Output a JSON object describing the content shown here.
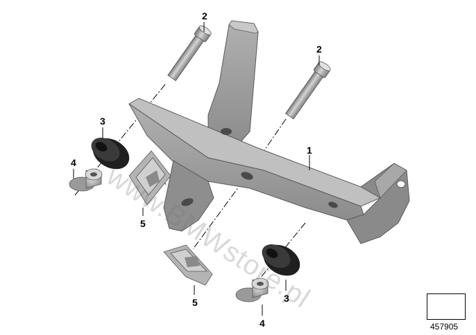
{
  "diagram": {
    "callouts": [
      {
        "id": "c1",
        "label": "1"
      },
      {
        "id": "c2a",
        "label": "2"
      },
      {
        "id": "c2b",
        "label": "2"
      },
      {
        "id": "c3a",
        "label": "3"
      },
      {
        "id": "c3b",
        "label": "3"
      },
      {
        "id": "c4a",
        "label": "4"
      },
      {
        "id": "c4b",
        "label": "4"
      },
      {
        "id": "c5a",
        "label": "5"
      },
      {
        "id": "c5b",
        "label": "5"
      }
    ],
    "watermark": "www.BMWstore.pl",
    "diagram_id": "457905",
    "colors": {
      "part_fill": "#9a9a9a",
      "part_dark": "#6e6e6e",
      "part_light": "#c4c4c4",
      "rubber": "#2a2a2a",
      "line": "#000000"
    },
    "icons": {
      "nav": "arrow-icon"
    }
  }
}
